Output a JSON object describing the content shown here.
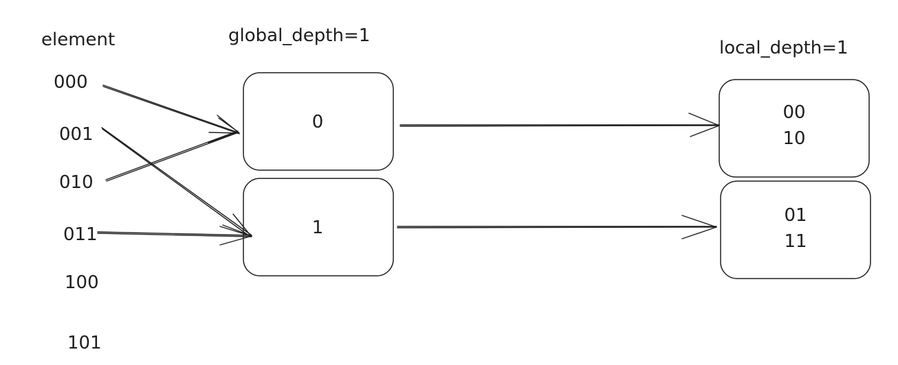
{
  "headers": {
    "element": "element",
    "global_depth": "global_depth=1",
    "local_depth": "local_depth=1"
  },
  "elements": [
    "000",
    "001",
    "010",
    "011",
    "100",
    "101"
  ],
  "directory": {
    "slot0": "0",
    "slot1": "1"
  },
  "buckets": {
    "bucket0": {
      "line1": "00",
      "line2": "10"
    },
    "bucket1": {
      "line1": "01",
      "line2": "11"
    }
  },
  "colors": {
    "stroke": "#1e1e1e",
    "background": "#ffffff"
  }
}
